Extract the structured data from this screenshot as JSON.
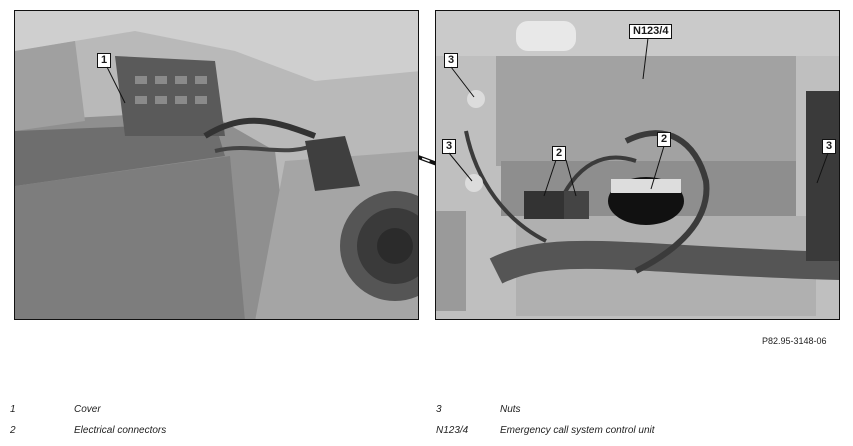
{
  "figure": {
    "reference": "P82.95-3148-06",
    "left_panel": {
      "callouts": [
        {
          "label": "1"
        }
      ]
    },
    "right_panel": {
      "callouts": [
        {
          "label": "N123/4"
        },
        {
          "label": "2"
        },
        {
          "label": "2"
        },
        {
          "label": "3"
        },
        {
          "label": "3"
        },
        {
          "label": "3"
        }
      ]
    }
  },
  "legend": [
    {
      "key": "1",
      "text": "Cover"
    },
    {
      "key": "2",
      "text": "Electrical connectors"
    },
    {
      "key": "3",
      "text": "Nuts"
    },
    {
      "key": "N123/4",
      "text": "Emergency call system control unit"
    }
  ]
}
